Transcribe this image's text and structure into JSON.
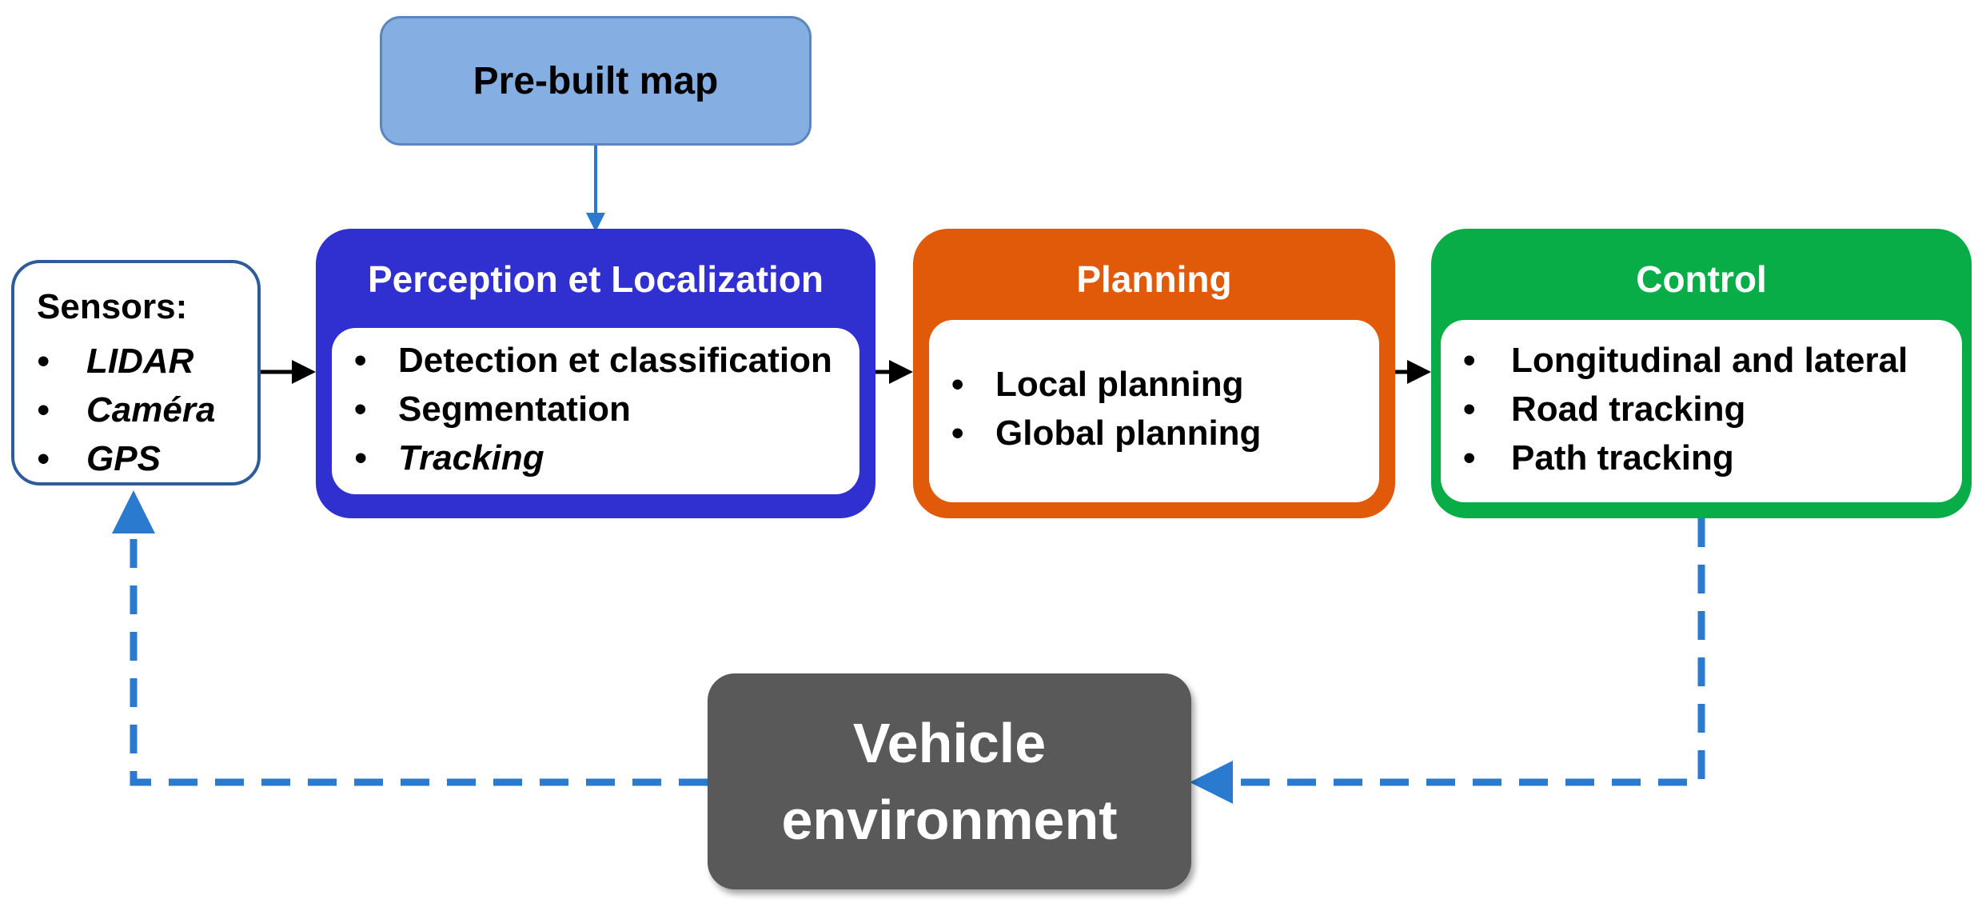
{
  "colors": {
    "map_fill": "#85afe2",
    "map_border": "#5a86c0",
    "perception": "#3030d0",
    "planning": "#e05a0a",
    "control": "#08ad48",
    "vehicle": "#595959",
    "sensors_border": "#2e5b9a",
    "arrow_blue": "#2a7ad0",
    "arrow_black": "#000000"
  },
  "prebuilt_map": {
    "label": "Pre-built map"
  },
  "sensors": {
    "title": "Sensors:",
    "items": [
      {
        "text": "LIDAR",
        "italic": true
      },
      {
        "text": "Caméra",
        "italic": true
      },
      {
        "text": "GPS",
        "italic": true
      }
    ]
  },
  "perception": {
    "title": "Perception et Localization",
    "items": [
      {
        "text": "Detection et classification",
        "italic": false
      },
      {
        "text": "Segmentation",
        "italic": false
      },
      {
        "text": "Tracking",
        "italic": true
      }
    ]
  },
  "planning": {
    "title": "Planning",
    "items": [
      {
        "text": "Local planning",
        "italic": false
      },
      {
        "text": "Global planning",
        "italic": false
      }
    ]
  },
  "control": {
    "title": "Control",
    "items": [
      {
        "text": "Longitudinal and lateral",
        "italic": false
      },
      {
        "text": "Road tracking",
        "italic": false
      },
      {
        "text": "Path tracking",
        "italic": false
      }
    ]
  },
  "vehicle": {
    "line1": "Vehicle",
    "line2": "environment"
  }
}
